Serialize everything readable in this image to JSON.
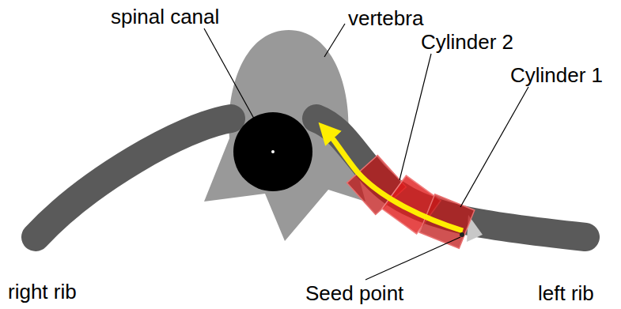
{
  "diagram": {
    "labels": [
      "spinal canal",
      "vertebra",
      "Cylinder 2",
      "Cylinder 1",
      "right rib",
      "Seed point",
      "left rib"
    ]
  }
}
